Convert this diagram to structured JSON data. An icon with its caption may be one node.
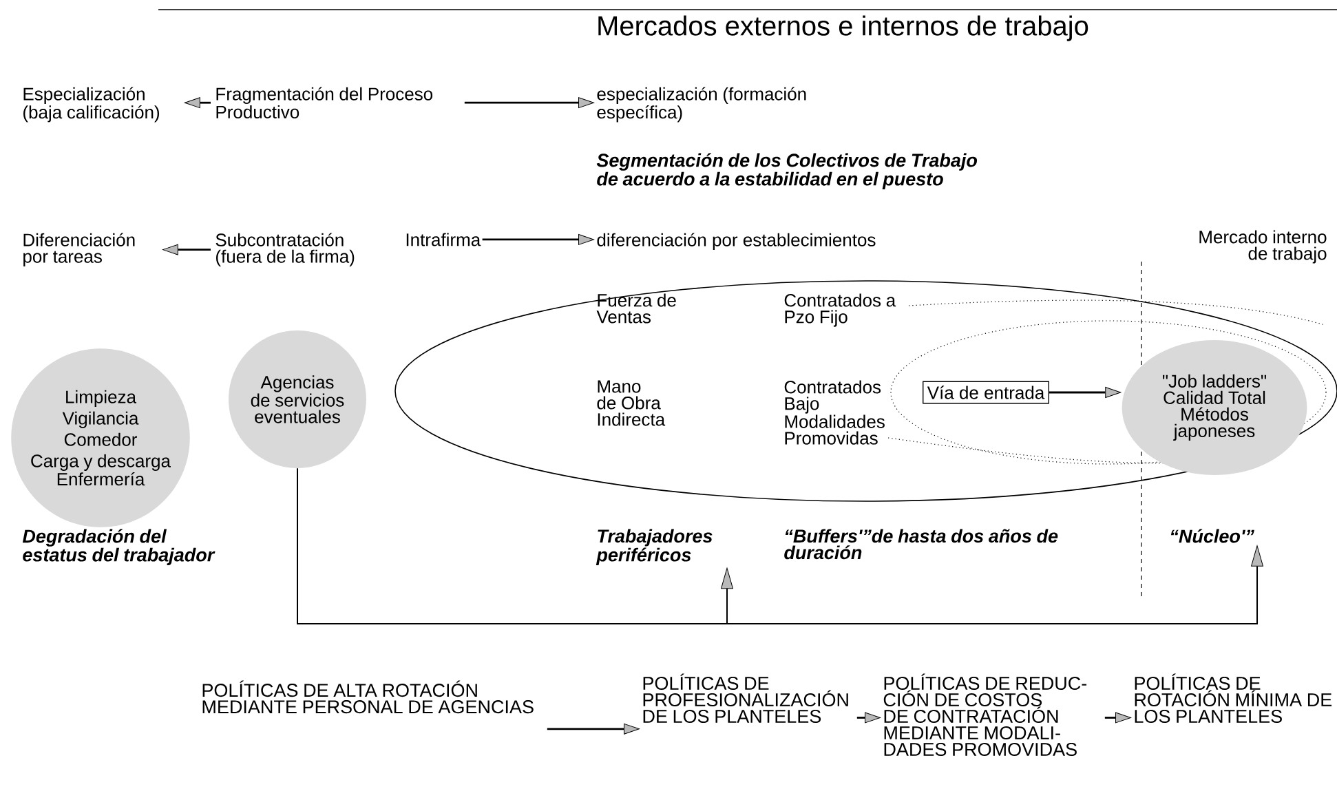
{
  "diagram": {
    "title": "Mercados externos e internos de trabajo",
    "nodes": [
      {
        "text": [
          "Especialización (baja calificación)"
        ]
      },
      {
        "text": [
          "Fragmentación del Proceso Productivo"
        ]
      },
      {
        "text": [
          "especialización (formación específica)"
        ]
      },
      {
        "text": [
          "Diferenciación por tareas"
        ]
      },
      {
        "text": [
          "Subcontratación (fuera de la firma)"
        ]
      },
      {
        "text": [
          "Intrafirma"
        ]
      },
      {
        "text": [
          "diferenciación por establecimientos"
        ]
      },
      {
        "text": [
          "Limpieza",
          "Vigilancia",
          "Comedor",
          "Carga y descarga",
          "Enfermería"
        ],
        "beside": [
          "Degradación del estatus del trabajador"
        ]
      },
      {
        "text": [
          "Agencias de servicios eventuales"
        ]
      },
      {
        "text": [
          "Fuerza de Ventas",
          "Mano de Obra Indirecta",
          "Contratados a Pzo Fijo",
          "Contratados Bajo Modalidades Promovidas"
        ]
      },
      {
        "text": [
          "Vía de entrada"
        ],
        "in": 9
      },
      {
        "text": [
          "\"Job ladders\" Calidad Total Métodos japoneses"
        ],
        "in": 9
      },
      {
        "text": [
          "Trabajadores periféricos"
        ]
      },
      {
        "text": [
          "“Núcleo'”"
        ]
      },
      {
        "text": [
          "POLÍTICAS DE ALTA ROTACIÓN MEDIANTE PERSONAL DE AGENCIAS"
        ]
      },
      {
        "text": [
          "POLÍTICAS DE PROFESIONALIZACIÓN DE LOS PLANTELES"
        ]
      },
      {
        "text": [
          "POLÍTICAS DE REDUC- CIÓN DE COSTOS DE CONTRATACIÓN MEDIANTE MODALI- DADES PROMOVIDAS"
        ]
      },
      {
        "text": [
          "POLÍTICAS DE ROTACIÓN MÍNIMA DE LOS PLANTELES"
        ]
      }
    ],
    "edges": [
      {
        "from": 1,
        "to": 0,
        "arrow": "to"
      },
      {
        "from": 1,
        "to": 2,
        "arrow": "to"
      },
      {
        "from": 4,
        "to": 3,
        "arrow": "to"
      },
      {
        "from": 5,
        "to": 6,
        "arrow": "to"
      },
      {
        "from": 10,
        "to": 11,
        "arrow": "to"
      },
      {
        "from": 8,
        "to": 12,
        "arrow": "to"
      },
      {
        "from": 8,
        "to": 13,
        "arrow": "to"
      },
      {
        "from": 14,
        "to": 15,
        "arrow": "to"
      },
      {
        "from": 15,
        "to": 16,
        "arrow": "to"
      },
      {
        "from": 16,
        "to": 17,
        "arrow": "to"
      }
    ],
    "labels": [
      "Segmentación de los Colectivos de Trabajo de acuerdo a la estabilidad en el puesto",
      "Mercado interno de trabajo",
      "“Buffers'”de hasta dos años de duración"
    ]
  }
}
